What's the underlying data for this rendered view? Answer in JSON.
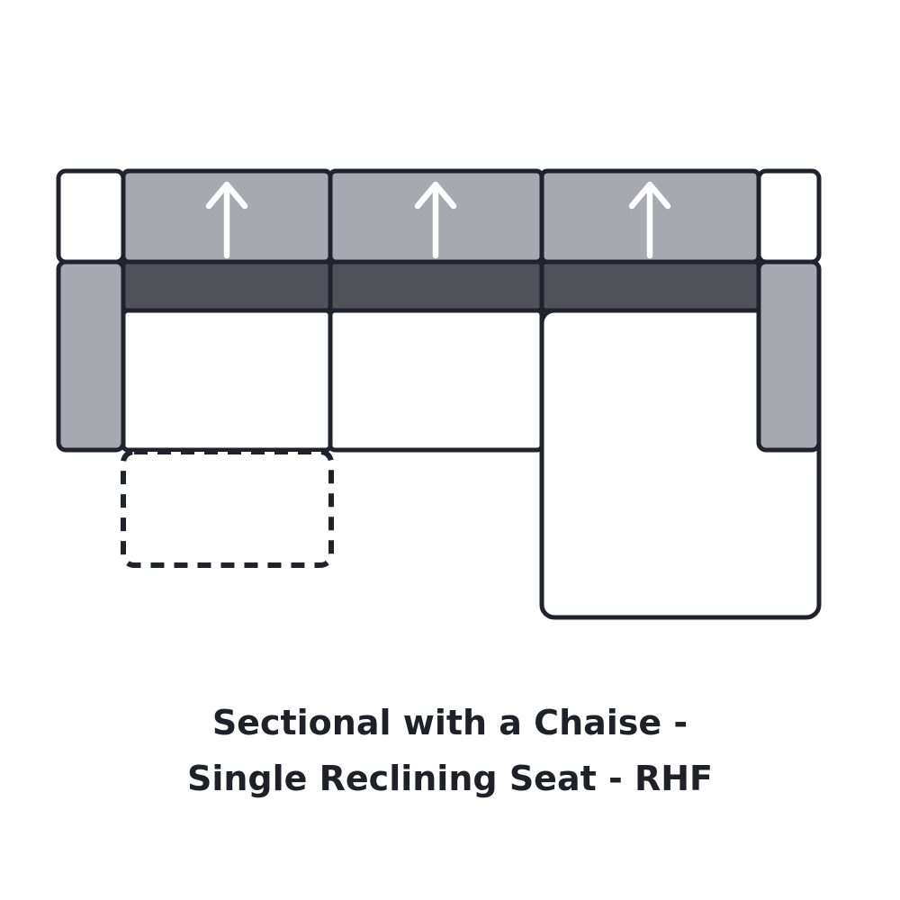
{
  "caption": {
    "lines": [
      "Sectional with a Chaise -",
      "Single Reclining Seat - RHF"
    ]
  },
  "icons": {
    "seat_direction": "up-arrow"
  },
  "colors": {
    "bg": "#ffffff",
    "upholstery": "#a6a9b0",
    "cushion": "#515259",
    "outline": "#20232c",
    "arrow": "#ffffff",
    "seat": "#ffffff",
    "caption": "#1e2128"
  }
}
